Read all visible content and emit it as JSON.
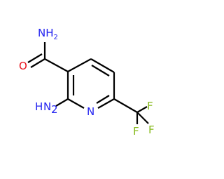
{
  "molecule": {
    "colors": {
      "bond": "#000000",
      "nitrogen": "#2323f0",
      "oxygen": "#e8101a",
      "fluorine": "#86b91b",
      "background": "#ffffff"
    },
    "atom_labels": {
      "amide_n": "NH",
      "amide_n_sub": "2",
      "amide_o": "O",
      "amine_n": "H",
      "amine_n2": "N",
      "amine_n_sub": "2",
      "ring_n": "N",
      "f_top": "F",
      "f_right": "F",
      "f_bottom": "F"
    }
  }
}
